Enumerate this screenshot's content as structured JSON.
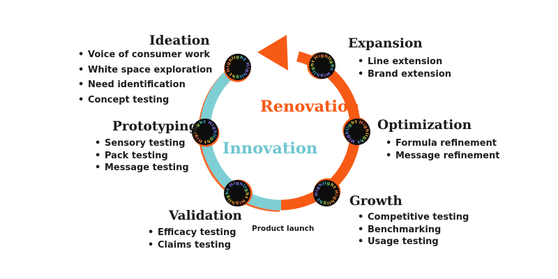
{
  "diagram": {
    "center_labels": {
      "renovation": "Renovation",
      "innovation": "Innovation"
    },
    "bottom_label": "Product launch",
    "watermark": {
      "word": "Highlight",
      "repeated": "Highlight Highlight"
    },
    "colors": {
      "orange": "#F75A15",
      "teal": "#7ECFD4",
      "teal_text": "#6EC6CF",
      "ink": "#1B1B1B",
      "bg": "#FFFFFF",
      "badge": "#0D0D0D"
    }
  },
  "sections": [
    {
      "id": "ideation",
      "title": "Ideation",
      "items": [
        "Voice of consumer work",
        "White space exploration",
        "Need identification",
        "Concept testing"
      ]
    },
    {
      "id": "expansion",
      "title": "Expansion",
      "items": [
        "Line extension",
        "Brand extension"
      ]
    },
    {
      "id": "optimization",
      "title": "Optimization",
      "items": [
        "Formula refinement",
        "Message refinement"
      ]
    },
    {
      "id": "growth",
      "title": "Growth",
      "items": [
        "Competitive testing",
        "Benchmarking",
        "Usage testing"
      ]
    },
    {
      "id": "validation",
      "title": "Validation",
      "items": [
        "Efficacy testing",
        "Claims testing"
      ]
    },
    {
      "id": "prototyping",
      "title": "Prototyping",
      "items": [
        "Sensory testing",
        "Pack testing",
        "Message testing"
      ]
    }
  ]
}
